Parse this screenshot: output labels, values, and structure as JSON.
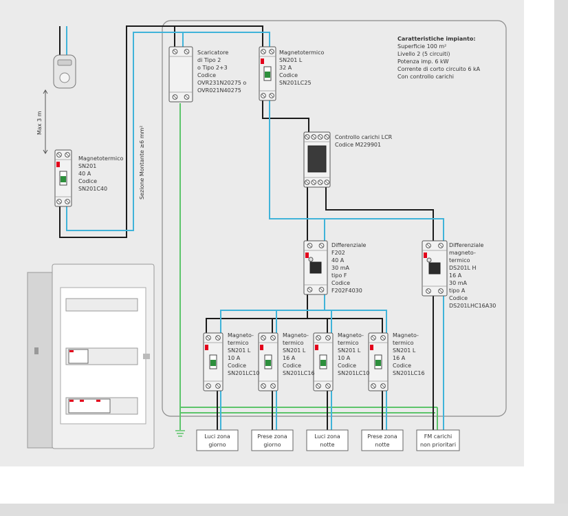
{
  "colors": {
    "panel_bg": "#ebebeb",
    "wire_phase": "#1a1a1a",
    "wire_neutral": "#3fb3d9",
    "wire_earth": "#5cc46a",
    "abb_red": "#e3001b",
    "device_body": "#f2f2f2",
    "right_frame": "#dcdcdc"
  },
  "specs": {
    "title": "Caratteristiche impianto:",
    "lines": [
      "Superficie 100 m²",
      "Livello 2 (5 circuiti)",
      "Potenza imp. 6 kW",
      "Corrente di corto circuito 6 kA",
      "Con controllo carichi"
    ]
  },
  "meter_section": {
    "max_label": "Max 3 m",
    "riser_label": "Sezione Montante ≥6 mm²"
  },
  "devices": {
    "main_breaker": [
      "Magnetotermico",
      "SN201",
      "40 A",
      "Codice",
      "SN201C40"
    ],
    "surge": [
      "Scaricatore",
      "di Tipo 2",
      "o Tipo 2+3",
      "Codice",
      "OVR231N20275 o",
      "OVR021N40275"
    ],
    "breaker_32": [
      "Magnetotermico",
      "SN201 L",
      "32 A",
      "Codice",
      "SN201LC25"
    ],
    "load_control": [
      "Controllo carichi LCR",
      "Codice M229901"
    ],
    "rcd_f202": [
      "Differenziale",
      "F202",
      "40 A",
      "30 mA",
      "tipo F",
      "Codice",
      "F202F4030"
    ],
    "rcbo": [
      "Differenziale",
      "magneto-",
      "termico",
      "DS201L H",
      "16 A",
      "30 mA",
      "tipo A",
      "Codice",
      "DS201LHC16A30"
    ],
    "breakers": [
      [
        "Magneto-",
        "termico",
        "SN201 L",
        "10 A",
        "Codice",
        "SN201LC10"
      ],
      [
        "Magneto-",
        "termico",
        "SN201 L",
        "16 A",
        "Codice",
        "SN201LC16"
      ],
      [
        "Magneto-",
        "termico",
        "SN201 L",
        "10 A",
        "Codice",
        "SN201LC10"
      ],
      [
        "Magneto-",
        "termico",
        "SN201 L",
        "16 A",
        "Codice",
        "SN201LC16"
      ]
    ]
  },
  "circuits": [
    [
      "Luci zona",
      "giorno"
    ],
    [
      "Prese zona",
      "giorno"
    ],
    [
      "Luci zona",
      "notte"
    ],
    [
      "Prese zona",
      "notte"
    ],
    [
      "FM carichi",
      "non prioritari"
    ]
  ]
}
